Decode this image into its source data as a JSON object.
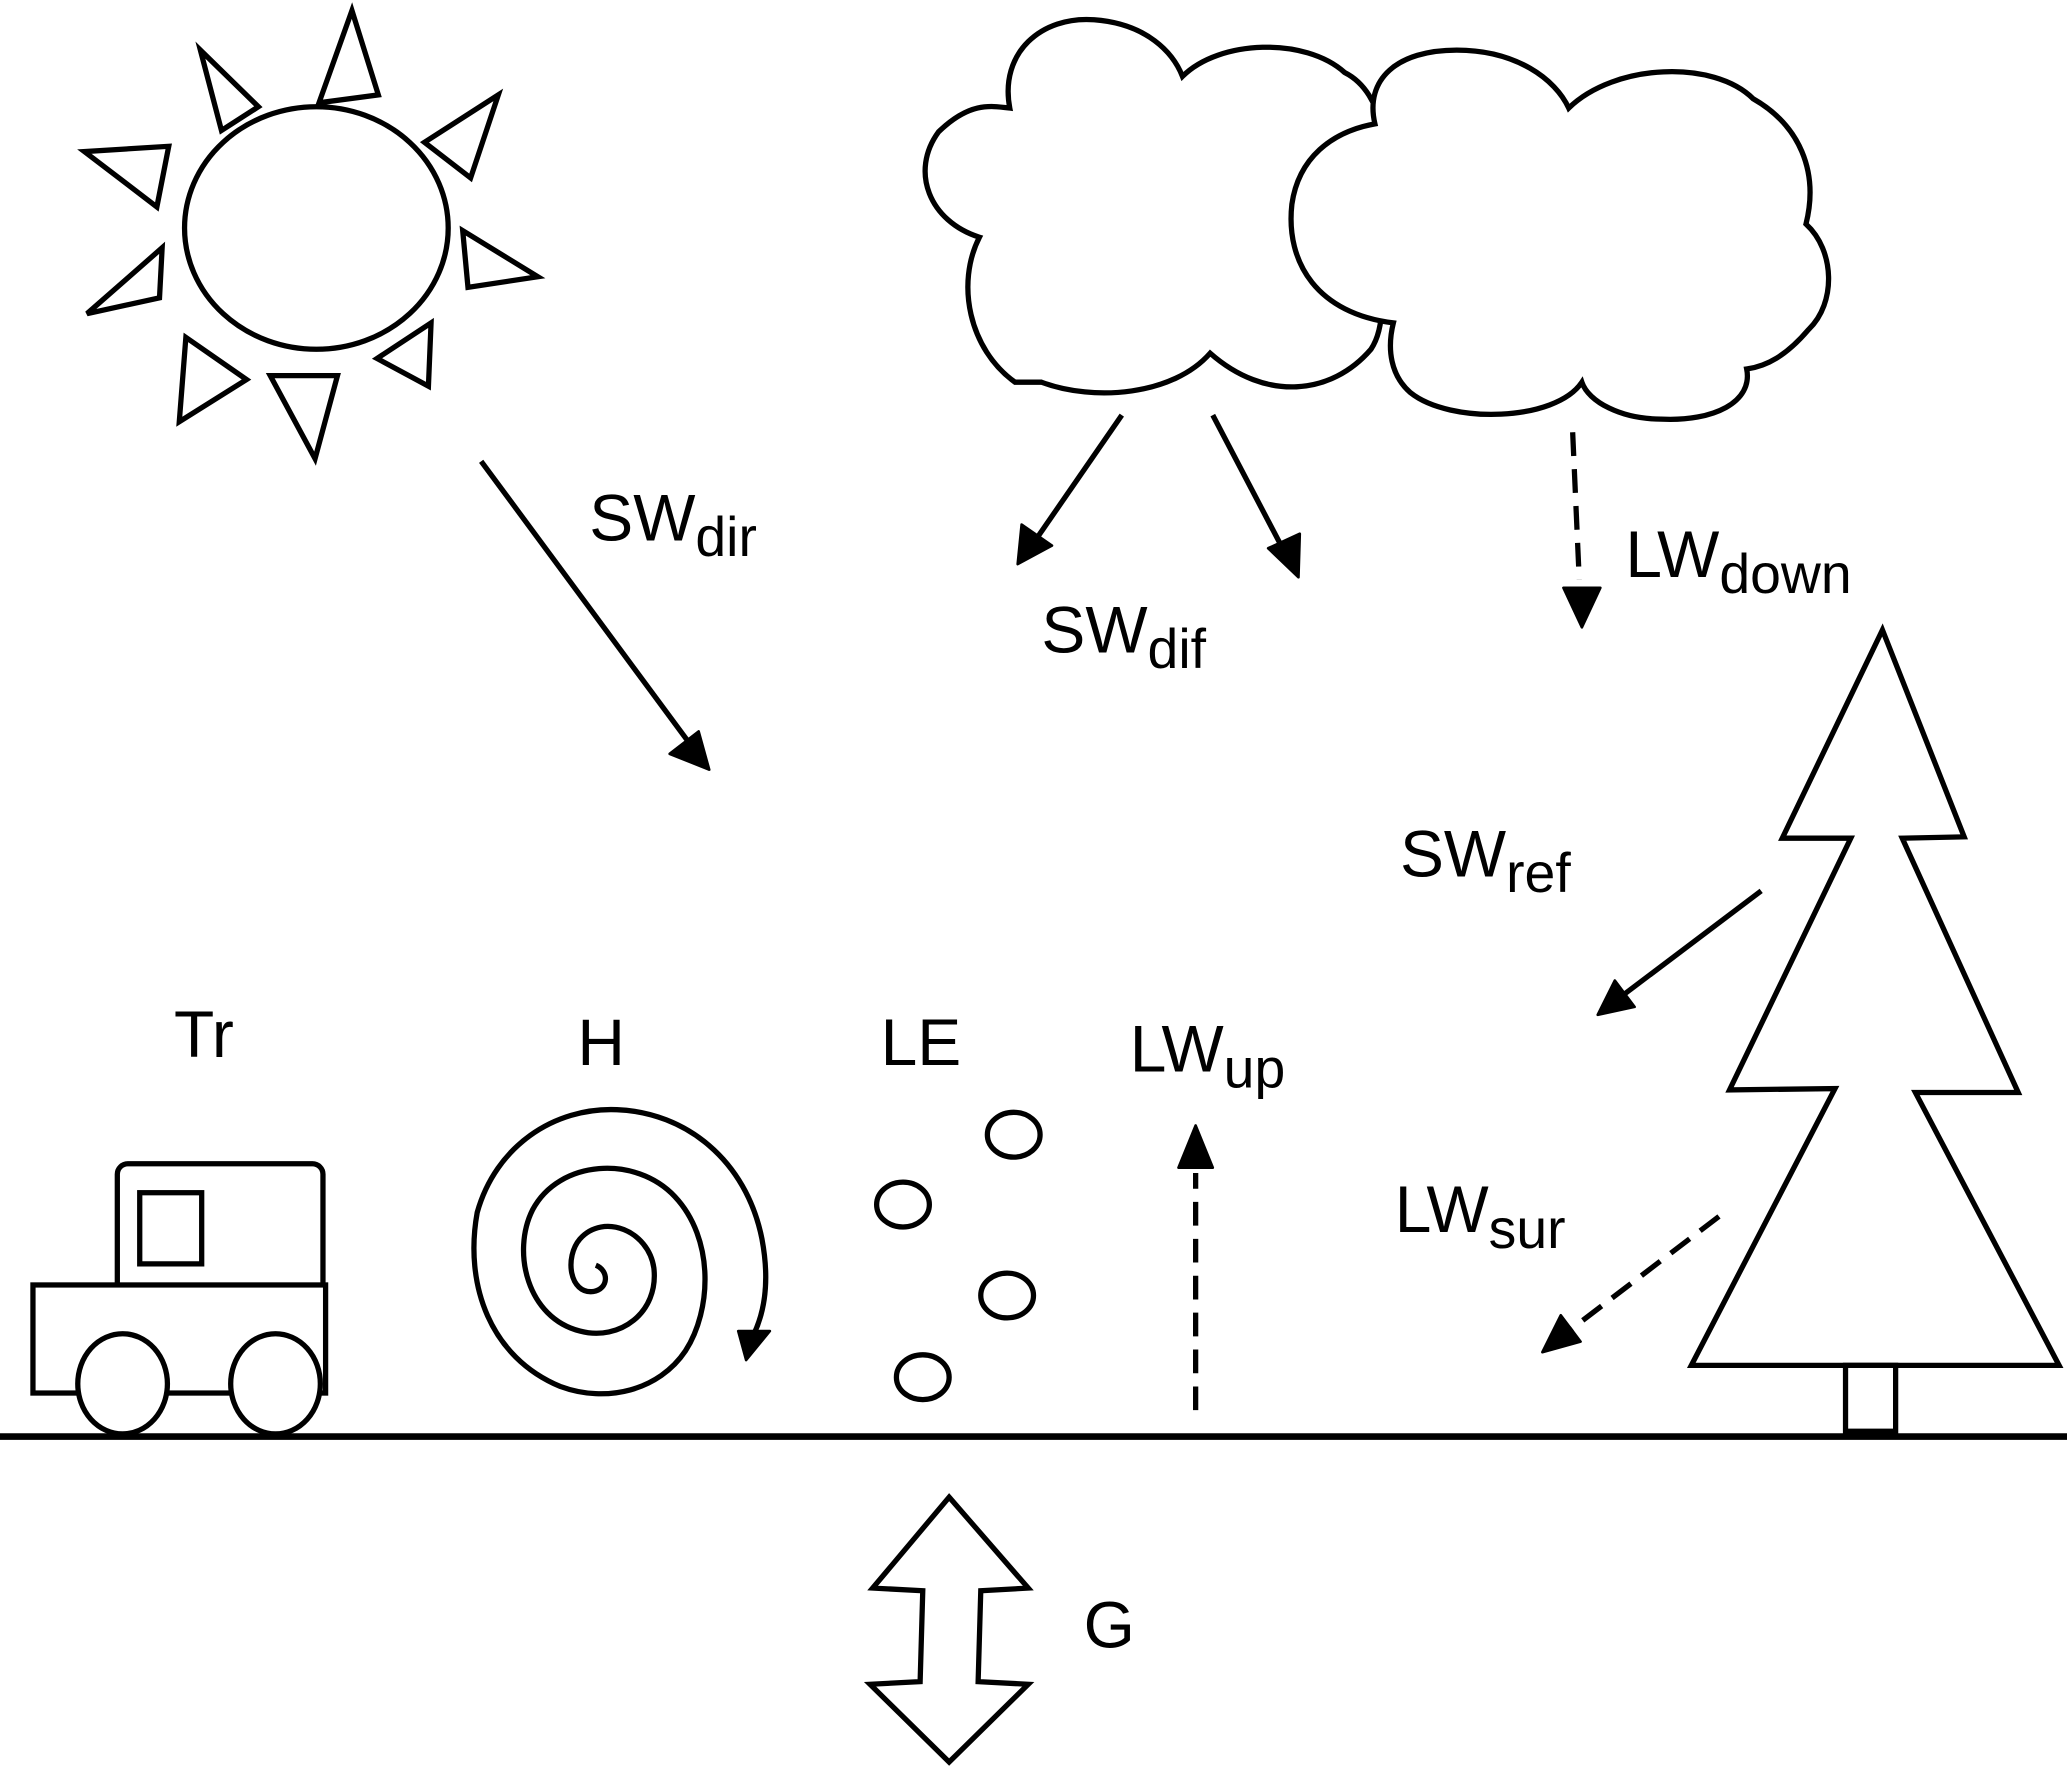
{
  "diagram": {
    "title": "Surface energy balance components",
    "colors": {
      "ink": "#000000",
      "background": "#ffffff"
    },
    "elements": {
      "sun": "sun-icon",
      "clouds": "cloud-icon",
      "tree": "tree-icon",
      "truck": "vehicle-icon",
      "spiral": "turbulence-spiral-icon",
      "bubbles": "vapor-bubbles-icon",
      "ground": "ground-line"
    },
    "labels": {
      "sw_dir": {
        "main": "SW",
        "sub": "dir"
      },
      "sw_dif": {
        "main": "SW",
        "sub": "dif"
      },
      "lw_down": {
        "main": "LW",
        "sub": "down"
      },
      "sw_ref": {
        "main": "SW",
        "sub": "ref"
      },
      "lw_sur": {
        "main": "LW",
        "sub": "sur"
      },
      "lw_up": {
        "main": "LW",
        "sub": "up"
      },
      "tr": "Tr",
      "h": "H",
      "le": "LE",
      "g": "G"
    }
  }
}
